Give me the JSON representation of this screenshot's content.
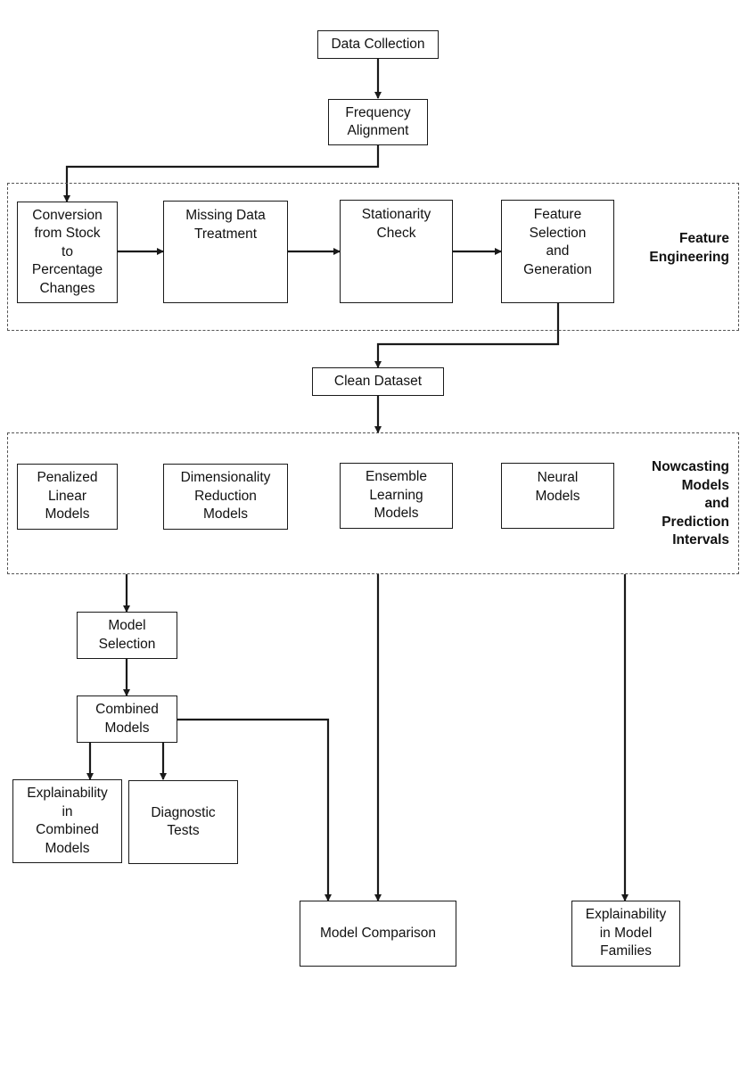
{
  "nodes": {
    "data_collection": "Data Collection",
    "frequency_alignment": "Frequency\nAlignment",
    "conversion": "Conversion\nfrom Stock\nto\nPercentage\nChanges",
    "missing_data": "Missing Data\nTreatment",
    "stationarity": "Stationarity\nCheck",
    "feature_selection": "Feature\nSelection\nand\nGeneration",
    "clean_dataset": "Clean Dataset",
    "penalized_linear": "Penalized\nLinear\nModels",
    "dimensionality_reduction": "Dimensionality\nReduction\nModels",
    "ensemble_learning": "Ensemble\nLearning\nModels",
    "neural_models": "Neural\nModels",
    "model_selection": "Model\nSelection",
    "combined_models": "Combined\nModels",
    "explainability_combined": "Explainability\nin\nCombined\nModels",
    "diagnostic_tests": "Diagnostic\nTests",
    "model_comparison": "Model Comparison",
    "explainability_families": "Explainability\nin Model\nFamilies"
  },
  "groups": {
    "feature_engineering": "Feature\nEngineering",
    "nowcasting": "Nowcasting\nModels\nand\nPrediction\nIntervals"
  },
  "colors": {
    "stroke": "#1a1a1a",
    "dashed_border": "#555555"
  }
}
